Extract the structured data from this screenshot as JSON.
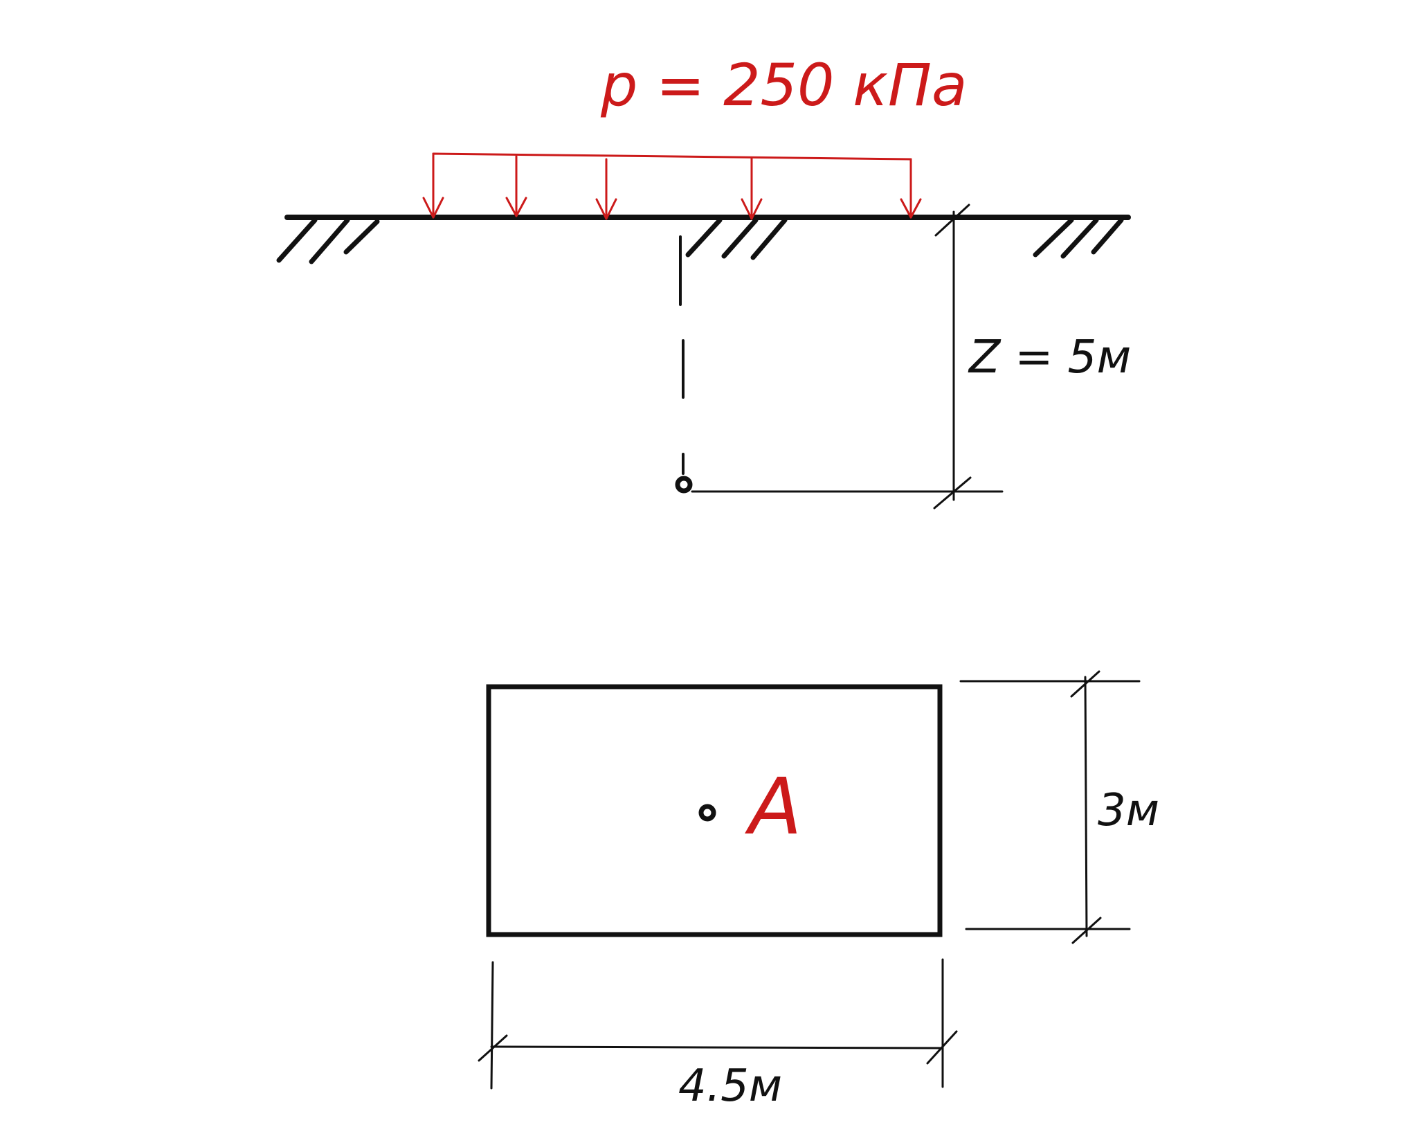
{
  "load_label": "p = 250 кПа",
  "depth_label": "Z = 5м",
  "width_label": "3м",
  "length_label": "4.5м",
  "point_label": "A",
  "colors": {
    "ink": "#111111",
    "load": "#cc1a1a"
  }
}
